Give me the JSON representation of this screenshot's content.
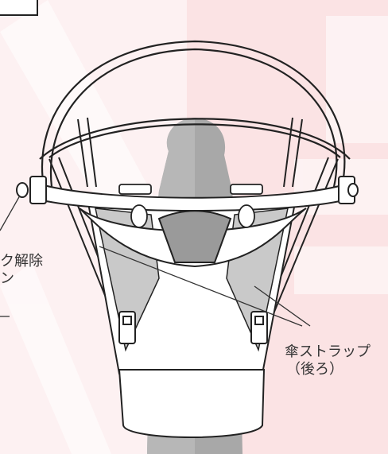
{
  "labels": {
    "release_line1": "ク解除",
    "release_line2": "ン",
    "strap_line1": "傘ストラップ",
    "strap_line2": "（後ろ）"
  },
  "colors": {
    "outline": "#222222",
    "fill": "#ffffff",
    "shade": "#c9c9c9",
    "torso": "#a8a8a8",
    "watermark": "#fbe3e4",
    "text": "#333333"
  }
}
